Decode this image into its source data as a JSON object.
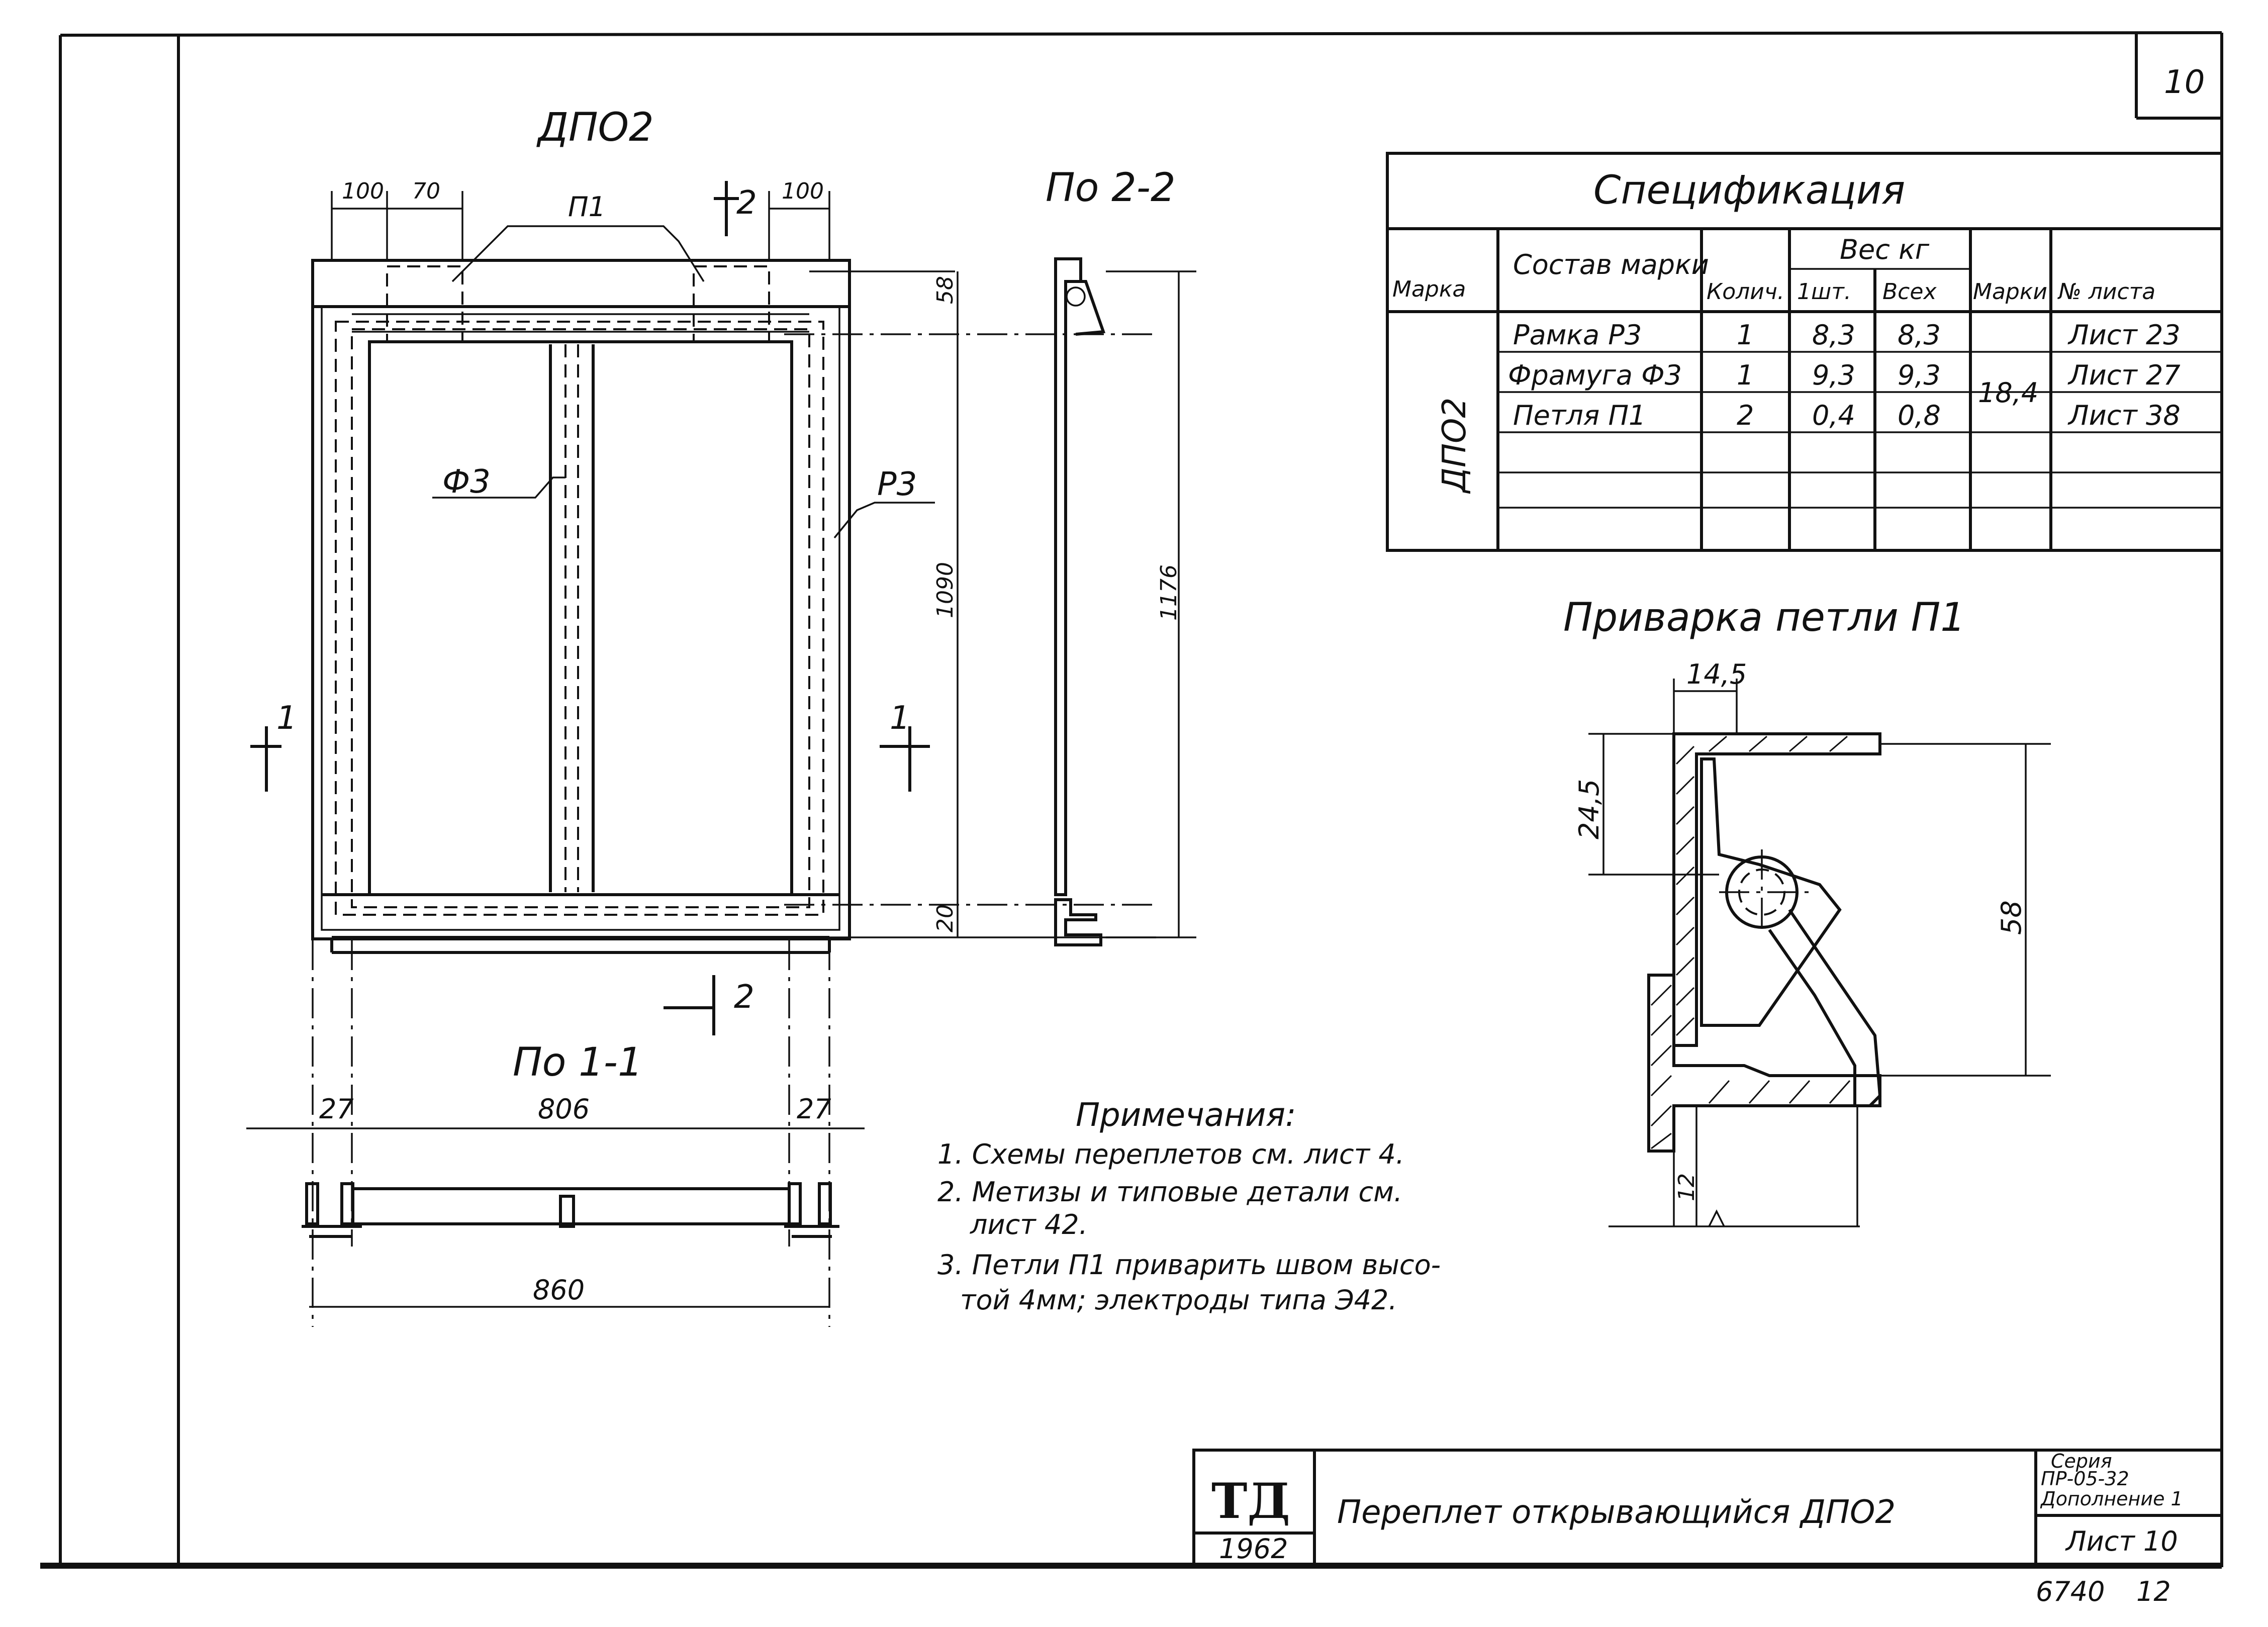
{
  "sheet_number": "10",
  "main_view": {
    "title": "ДПО2",
    "labels": {
      "top_part": "П1",
      "mullion": "Ф3",
      "frame": "Р3"
    },
    "dims_top": [
      "100",
      "70",
      "100"
    ],
    "dims_right": [
      "58",
      "1090",
      "20"
    ],
    "section_marks": {
      "s1": "1",
      "s2": "2"
    }
  },
  "section_2_2": {
    "title": "По 2-2",
    "overall_dim": "1176"
  },
  "section_1_1": {
    "title": "По 1-1",
    "dims": [
      "27",
      "806",
      "27"
    ],
    "overall_dim": "860"
  },
  "spec": {
    "title": "Спецификация",
    "headers": {
      "mark": "Марка",
      "composition": "Состав марки",
      "qty": "Колич.",
      "weight": "Вес кг",
      "w_one": "1шт.",
      "w_all": "Всех",
      "w_mark": "Марки",
      "sheet": "№ листа"
    },
    "mark_value": "ДПО2",
    "mark_weight": "18,4",
    "rows": [
      {
        "name": "Рамка Р3",
        "qty": "1",
        "one": "8,3",
        "all": "8,3",
        "sheet": "Лист 23"
      },
      {
        "name": "Фрамуга Ф3",
        "qty": "1",
        "one": "9,3",
        "all": "9,3",
        "sheet": "Лист 27"
      },
      {
        "name": "Петля П1",
        "qty": "2",
        "one": "0,4",
        "all": "0,8",
        "sheet": "Лист 38"
      }
    ]
  },
  "weld_detail": {
    "title": "Приварка петли П1",
    "dims": {
      "top": "14,5",
      "left": "24,5",
      "right": "58",
      "bottom": "12"
    }
  },
  "notes": {
    "title": "Примечания:",
    "lines": [
      "1. Схемы переплетов см. лист 4.",
      "2. Метизы и типовые детали см.",
      "лист 42.",
      "3. Петли П1 приварить швом высо-",
      "той 4мм; электроды типа Э42."
    ]
  },
  "title_block": {
    "logo": "ТД",
    "year": "1962",
    "title": "Переплет открывающийся ДПО2",
    "series": [
      "Серия",
      "ПР-05-32",
      "Дополнение 1"
    ],
    "sheet": "Лист 10"
  },
  "footer": {
    "code": "6740",
    "page": "12"
  }
}
